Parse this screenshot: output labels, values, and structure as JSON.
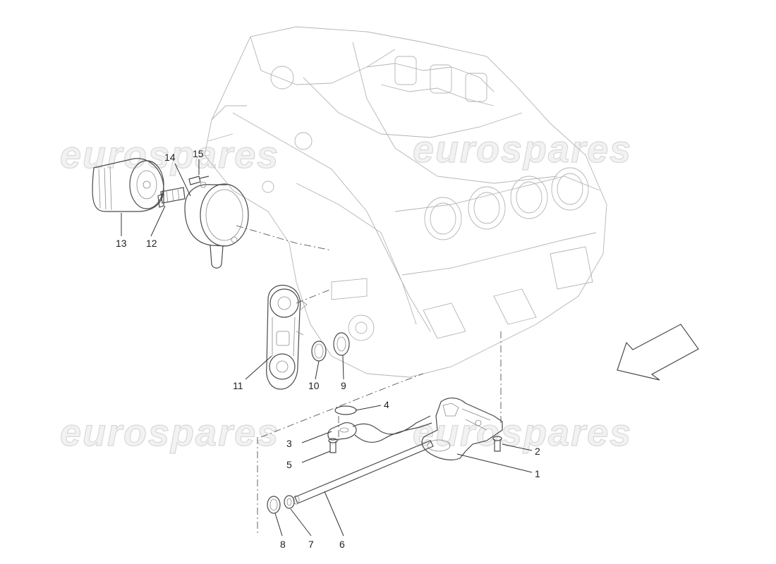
{
  "watermark": {
    "text": "eurospares"
  },
  "callouts": [
    {
      "id": "13",
      "label": "13"
    },
    {
      "id": "12",
      "label": "12"
    },
    {
      "id": "14",
      "label": "14"
    },
    {
      "id": "15",
      "label": "15"
    },
    {
      "id": "11",
      "label": "11"
    },
    {
      "id": "10",
      "label": "10"
    },
    {
      "id": "9",
      "label": "9"
    },
    {
      "id": "4",
      "label": "4"
    },
    {
      "id": "3",
      "label": "3"
    },
    {
      "id": "5",
      "label": "5"
    },
    {
      "id": "2",
      "label": "2"
    },
    {
      "id": "1",
      "label": "1"
    },
    {
      "id": "8",
      "label": "8"
    },
    {
      "id": "7",
      "label": "7"
    },
    {
      "id": "6",
      "label": "6"
    }
  ]
}
